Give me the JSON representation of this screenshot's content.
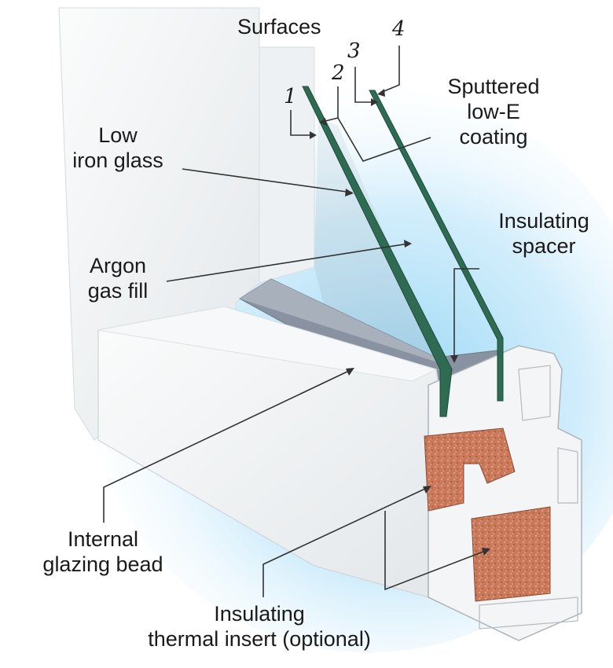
{
  "labels": {
    "surfaces": "Surfaces",
    "s1": "1",
    "s2": "2",
    "s3": "3",
    "s4": "4",
    "sputtered": [
      "Sputtered",
      "low-E",
      "coating"
    ],
    "low_iron": [
      "Low",
      "iron glass"
    ],
    "insulating_spacer": [
      "Insulating",
      "spacer"
    ],
    "argon": [
      "Argon",
      "gas fill"
    ],
    "glazing_bead": [
      "Internal",
      "glazing bead"
    ],
    "thermal_insert": [
      "Insulating",
      "thermal insert (optional)"
    ]
  },
  "colors": {
    "glass": "#2f6a52",
    "glow": "#8fd3f4",
    "frame": "#f1f3f4",
    "spacer": "#8892a0",
    "insert": "#c9785a"
  }
}
